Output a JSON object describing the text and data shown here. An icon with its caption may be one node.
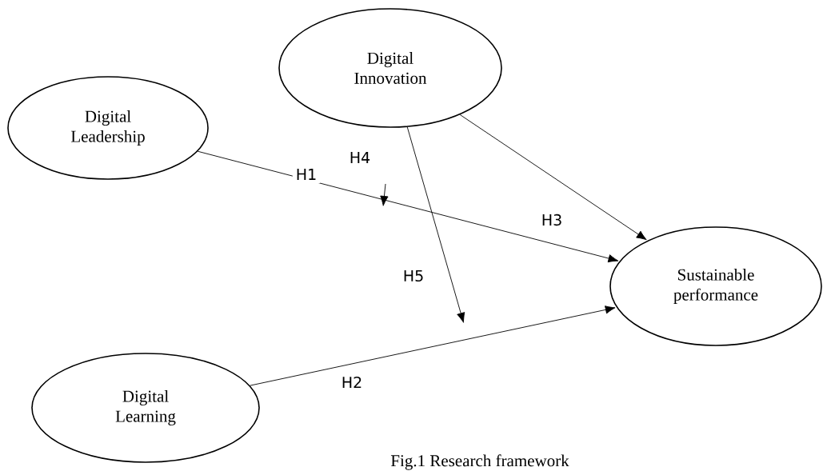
{
  "diagram": {
    "caption": "Fig.1 Research framework",
    "nodes": [
      {
        "text": [
          "Digital Innovation"
        ]
      },
      {
        "text": [
          "Digital Leadership"
        ]
      },
      {
        "text": [
          "Sustainable performance"
        ]
      },
      {
        "text": [
          "Digital Learning"
        ]
      }
    ],
    "edges": [
      {
        "from": 1,
        "to": 2,
        "arrow": "to",
        "label": "H1"
      },
      {
        "from": 3,
        "to": 2,
        "arrow": "to",
        "label": "H2"
      },
      {
        "from": 0,
        "to": 2,
        "arrow": "to",
        "label": "H3"
      },
      {
        "from": 0,
        "to": null,
        "arrow": "to",
        "label": "H5"
      }
    ],
    "labels": [
      "H4"
    ]
  }
}
